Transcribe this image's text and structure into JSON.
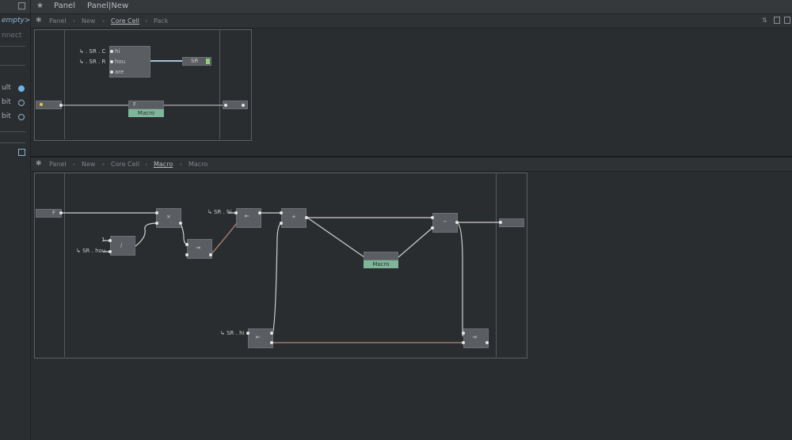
{
  "left_panel": {
    "empty_label": "empty>",
    "connect_label": "nnect",
    "options": [
      {
        "label": "ult",
        "selected": true
      },
      {
        "label": "bit",
        "selected": false
      },
      {
        "label": "bit",
        "selected": false
      }
    ]
  },
  "topbar": {
    "tabs": [
      "Panel",
      "Panel|New"
    ]
  },
  "top_editor": {
    "breadcrumbs": [
      "Panel",
      "New",
      "Core Cell",
      "Pack"
    ],
    "active_crumb": "Core Cell",
    "inputs": [
      "↳ . SR . C",
      "↳ . SR . R"
    ],
    "pack_ports": [
      "hi",
      "hou",
      "are"
    ],
    "output_node": "SR",
    "f_node": "F",
    "macro_node": "Macro"
  },
  "bottom_editor": {
    "breadcrumbs": [
      "Panel",
      "New",
      "Core Cell",
      "Macro",
      "Macro"
    ],
    "active_crumb": "Macro",
    "f_node": "F",
    "const_one": "1",
    "sr_hou": "↳ SR . hou",
    "sr_hi_top": "↳ SR . hi",
    "sr_hi_bottom": "↳ SR . hi",
    "multiply_label": "×",
    "divide_label": "/",
    "add_label": "+",
    "subtract_label": "−",
    "macro_node": "Macro"
  },
  "colors": {
    "background": "#2a2d30",
    "node": "#5a5e62",
    "macro_green": "#7fb69a",
    "wire": "#d0d0d0",
    "feedback_wire": "#a07868",
    "accent_blue": "#6fb3e0"
  }
}
